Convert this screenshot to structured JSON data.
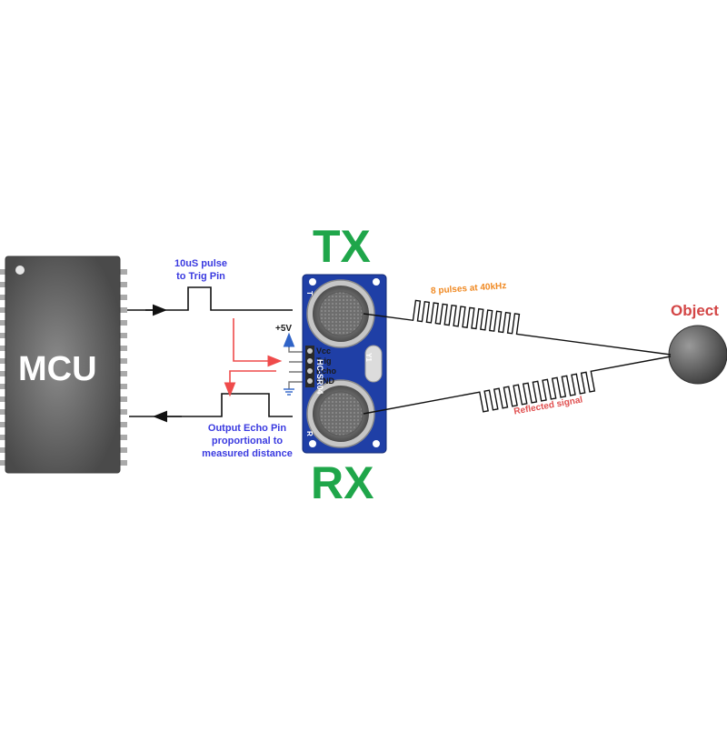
{
  "mcu": {
    "label": "MCU"
  },
  "module": {
    "tx_label": "TX",
    "rx_label": "RX",
    "model": "HC-SR04",
    "crystal": "Y1",
    "t_mark": "T",
    "r_mark": "R",
    "pins": [
      "Vcc",
      "Trig",
      "Echo",
      "GND"
    ],
    "vcc_label": "+5V"
  },
  "signals": {
    "trig_label": "10uS pulse\nto Trig Pin",
    "echo_label": "Output Echo Pin\nproportional to\nmeasured distance",
    "pulses_label": "8 pulses at 40kHz",
    "reflected_label": "Reflected signal"
  },
  "object": {
    "label": "Object"
  },
  "colors": {
    "board": "#1f3fa6",
    "mcu_body": "#5c5c5c",
    "arrow_red": "#ef4b4b",
    "vcc_blue": "#2f63c7",
    "text_green": "#1fa64a",
    "text_blue": "#3a3ae0",
    "text_orange": "#f08a24",
    "text_red": "#e05050",
    "object_label": "#d34545"
  }
}
